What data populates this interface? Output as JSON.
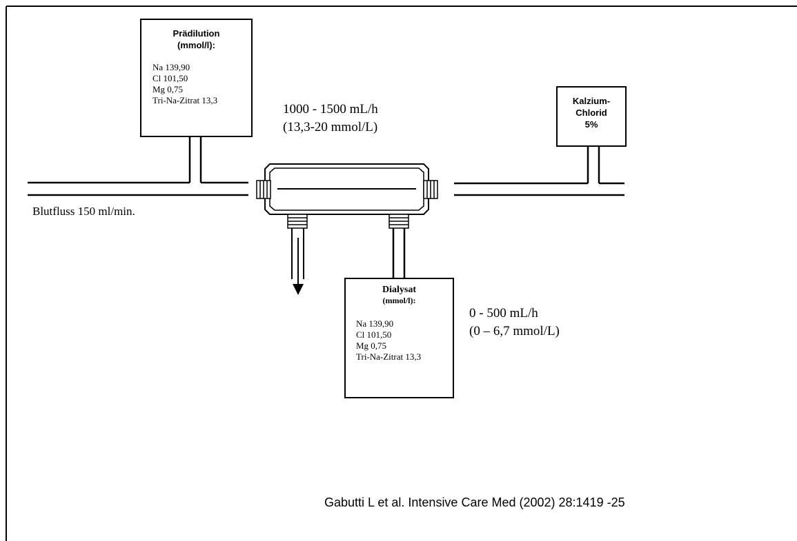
{
  "predilution": {
    "title_line1": "Prädilution",
    "title_line2": "(mmol/l):",
    "contents": [
      "Na 139,90",
      "Cl 101,50",
      "Mg 0,75",
      "Tri-Na-Zitrat 13,3"
    ]
  },
  "predilution_rate": {
    "line1": "1000 - 1500 mL/h",
    "line2": "(13,3-20 mmol/L)"
  },
  "calcium": {
    "line1": "Kalzium-",
    "line2": "Chlorid",
    "line3": "5%"
  },
  "blood_flow": "Blutfluss 150 ml/min.",
  "dialysate": {
    "title_line1": "Dialysat",
    "title_line2": "(mmol/l):",
    "contents": [
      "Na 139,90",
      "Cl 101,50",
      "Mg 0,75",
      "Tri-Na-Zitrat 13,3"
    ]
  },
  "dialysate_rate": {
    "line1": "0 - 500 mL/h",
    "line2": "(0 – 6,7 mmol/L)"
  },
  "citation": "Gabutti L et al. Intensive  Care Med  (2002) 28:1419 -25"
}
